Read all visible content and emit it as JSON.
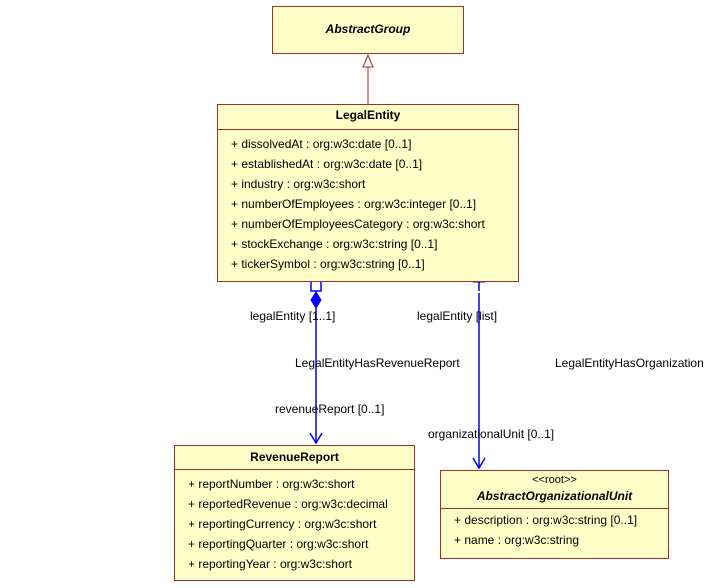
{
  "classes": {
    "abstract_group": {
      "name": "AbstractGroup"
    },
    "legal_entity": {
      "name": "LegalEntity",
      "attributes": [
        "+ dissolvedAt : org:w3c:date [0..1]",
        "+ establishedAt : org:w3c:date [0..1]",
        "+ industry : org:w3c:short",
        "+ numberOfEmployees : org:w3c:integer [0..1]",
        "+ numberOfEmployeesCategory : org:w3c:short",
        "+ stockExchange : org:w3c:string [0..1]",
        "+ tickerSymbol : org:w3c:string [0..1]"
      ]
    },
    "revenue_report": {
      "name": "RevenueReport",
      "attributes": [
        "+ reportNumber : org:w3c:short",
        "+ reportedRevenue : org:w3c:decimal",
        "+ reportingCurrency : org:w3c:short",
        "+ reportingQuarter : org:w3c:short",
        "+ reportingYear : org:w3c:short"
      ]
    },
    "abstract_org_unit": {
      "stereotype": "<<root>>",
      "name": "AbstractOrganizationalUnit",
      "attributes": [
        "+ description : org:w3c:string [0..1]",
        "+ name : org:w3c:string"
      ]
    }
  },
  "associations": {
    "revenue": {
      "name": "LegalEntityHasRevenueReport",
      "source_role": "legalEntity [1..1]",
      "target_role": "revenueReport [0..1]"
    },
    "organization": {
      "name": "LegalEntityHasOrganization",
      "source_role": "legalEntity [list]",
      "target_role": "organizationalUnit [0..1]"
    }
  },
  "colors": {
    "class_fill": "#ffffc8",
    "class_border": "#a52a2a",
    "association_line": "#0000ff",
    "generalization_line": "#a52a2a"
  }
}
